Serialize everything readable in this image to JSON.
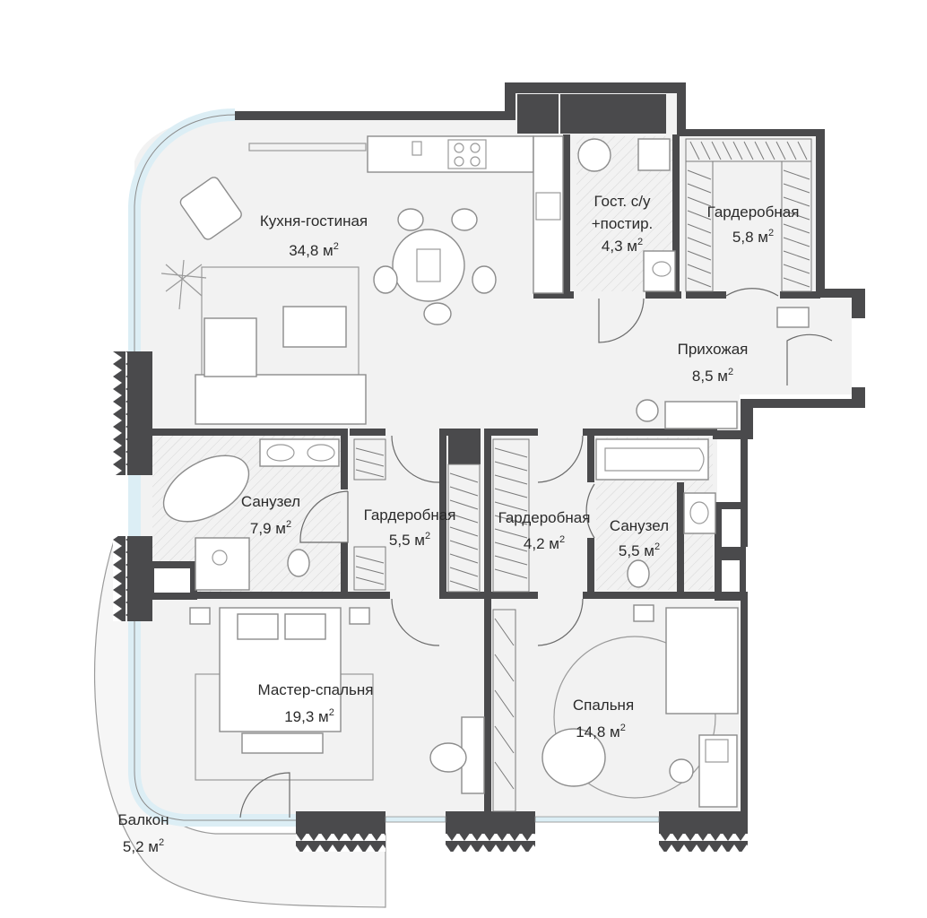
{
  "rooms": [
    {
      "id": "kitchen-living",
      "name": "Кухня-гостиная",
      "area": "34,8 м",
      "unit_sup": "2"
    },
    {
      "id": "guest-wc",
      "name": "Гост. с/у",
      "name2": "+постир.",
      "area": "4,3 м",
      "unit_sup": "2"
    },
    {
      "id": "wardrobe-top",
      "name": "Гардеробная",
      "area": "5,8 м",
      "unit_sup": "2"
    },
    {
      "id": "hallway",
      "name": "Прихожая",
      "area": "8,5 м",
      "unit_sup": "2"
    },
    {
      "id": "bathroom-left",
      "name": "Санузел",
      "area": "7,9 м",
      "unit_sup": "2"
    },
    {
      "id": "wardrobe-mid-left",
      "name": "Гардеробная",
      "area": "5,5 м",
      "unit_sup": "2"
    },
    {
      "id": "wardrobe-mid-right",
      "name": "Гардеробная",
      "area": "4,2 м",
      "unit_sup": "2"
    },
    {
      "id": "bathroom-right",
      "name": "Санузел",
      "area": "5,5 м",
      "unit_sup": "2"
    },
    {
      "id": "master-bedroom",
      "name": "Мастер-спальня",
      "area": "19,3 м",
      "unit_sup": "2"
    },
    {
      "id": "bedroom",
      "name": "Спальня",
      "area": "14,8 м",
      "unit_sup": "2"
    },
    {
      "id": "balcony",
      "name": "Балкон",
      "area": "5,2 м",
      "unit_sup": "2"
    }
  ],
  "colors": {
    "wall": "#4a4a4c",
    "floor": "#f2f2f2",
    "glass": "#dceef5",
    "tile": "#ececec",
    "text": "#2b2b2b"
  }
}
